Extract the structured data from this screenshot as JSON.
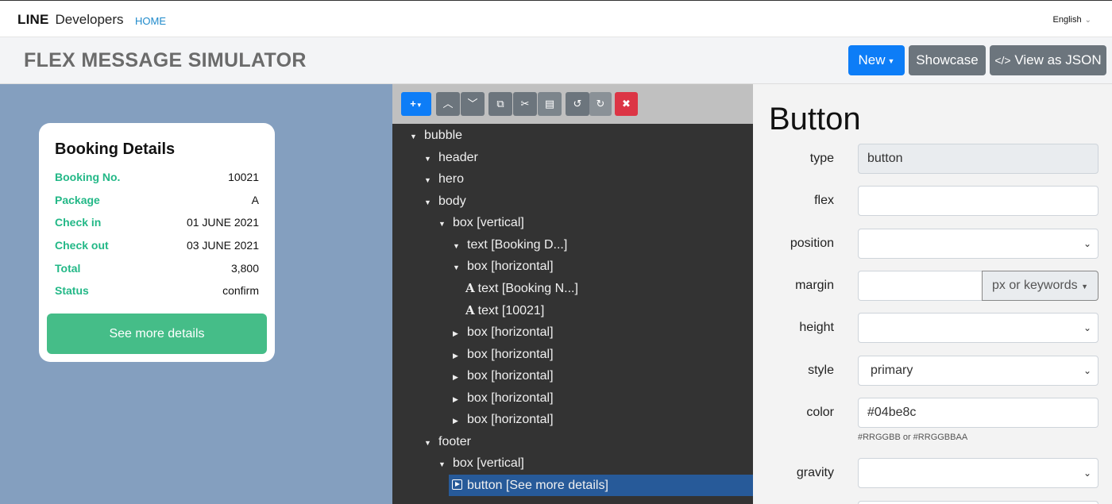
{
  "nav": {
    "brand_bold": "LINE",
    "brand_rest": "Developers",
    "home": "HOME",
    "language": "English"
  },
  "header": {
    "title": "FLEX MESSAGE SIMULATOR",
    "new_label": "New",
    "showcase_label": "Showcase",
    "view_json_label": "View as JSON"
  },
  "preview": {
    "card_title": "Booking Details",
    "rows": [
      {
        "label": "Booking No.",
        "value": "10021"
      },
      {
        "label": "Package",
        "value": "A"
      },
      {
        "label": "Check in",
        "value": "01 JUNE 2021"
      },
      {
        "label": "Check out",
        "value": "03 JUNE 2021"
      },
      {
        "label": "Total",
        "value": "3,800"
      },
      {
        "label": "Status",
        "value": "confirm"
      }
    ],
    "button_label": "See more details"
  },
  "tree": {
    "nodes": [
      {
        "label": "bubble"
      },
      {
        "label": "header"
      },
      {
        "label": "hero"
      },
      {
        "label": "body"
      },
      {
        "label": "box [vertical]"
      },
      {
        "label": "text [Booking D...]"
      },
      {
        "label": "box [horizontal]"
      },
      {
        "label": "text [Booking N...]"
      },
      {
        "label": "text [10021]"
      },
      {
        "label": "box [horizontal]"
      },
      {
        "label": "box [horizontal]"
      },
      {
        "label": "box [horizontal]"
      },
      {
        "label": "box [horizontal]"
      },
      {
        "label": "box [horizontal]"
      },
      {
        "label": "footer"
      },
      {
        "label": "box [vertical]"
      },
      {
        "label": "button [See more details]"
      }
    ]
  },
  "props": {
    "title": "Button",
    "type_label": "type",
    "type_value": "button",
    "flex_label": "flex",
    "flex_value": "",
    "position_label": "position",
    "position_value": "",
    "margin_label": "margin",
    "margin_value": "",
    "margin_unit": "px or keywords",
    "height_label": "height",
    "height_value": "",
    "style_label": "style",
    "style_value": "primary",
    "color_label": "color",
    "color_value": "#04be8c",
    "color_hint": "#RRGGBB or #RRGGBBAA",
    "gravity_label": "gravity",
    "gravity_value": ""
  }
}
